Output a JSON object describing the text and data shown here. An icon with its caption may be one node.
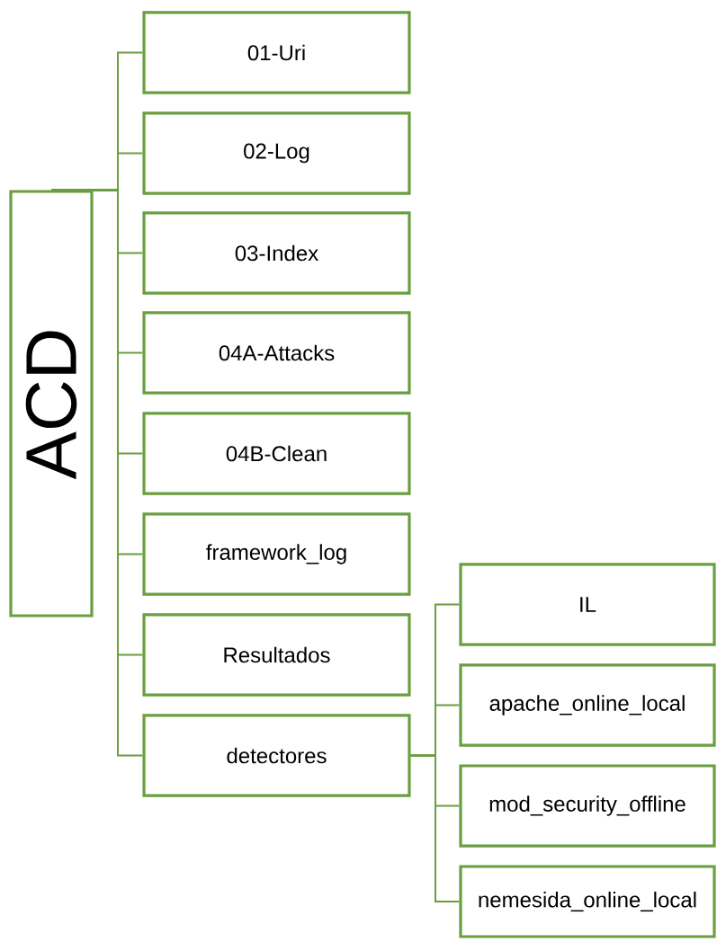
{
  "diagram": {
    "nodes": [
      {
        "text": [
          "ACD"
        ]
      },
      {
        "text": [
          "01-Uri"
        ]
      },
      {
        "text": [
          "02-Log"
        ]
      },
      {
        "text": [
          "03-Index"
        ]
      },
      {
        "text": [
          "04A-Attacks"
        ]
      },
      {
        "text": [
          "04B-Clean"
        ]
      },
      {
        "text": [
          "framework_log"
        ]
      },
      {
        "text": [
          "Resultados"
        ]
      },
      {
        "text": [
          "detectores"
        ]
      },
      {
        "text": [
          "IL"
        ]
      },
      {
        "text": [
          "apache_online_local"
        ]
      },
      {
        "text": [
          "mod_security_offline"
        ]
      },
      {
        "text": [
          "nemesida_online_local"
        ]
      }
    ],
    "edges": [
      {
        "from": 0,
        "to": 1,
        "arrow": "none"
      },
      {
        "from": 0,
        "to": 2,
        "arrow": "none"
      },
      {
        "from": 0,
        "to": 3,
        "arrow": "none"
      },
      {
        "from": 0,
        "to": 4,
        "arrow": "none"
      },
      {
        "from": 0,
        "to": 5,
        "arrow": "none"
      },
      {
        "from": 0,
        "to": 6,
        "arrow": "none"
      },
      {
        "from": 0,
        "to": 7,
        "arrow": "none"
      },
      {
        "from": 0,
        "to": 8,
        "arrow": "none"
      },
      {
        "from": 8,
        "to": 9,
        "arrow": "none"
      },
      {
        "from": 8,
        "to": 10,
        "arrow": "none"
      },
      {
        "from": 8,
        "to": 11,
        "arrow": "none"
      },
      {
        "from": 8,
        "to": 12,
        "arrow": "none"
      }
    ]
  }
}
